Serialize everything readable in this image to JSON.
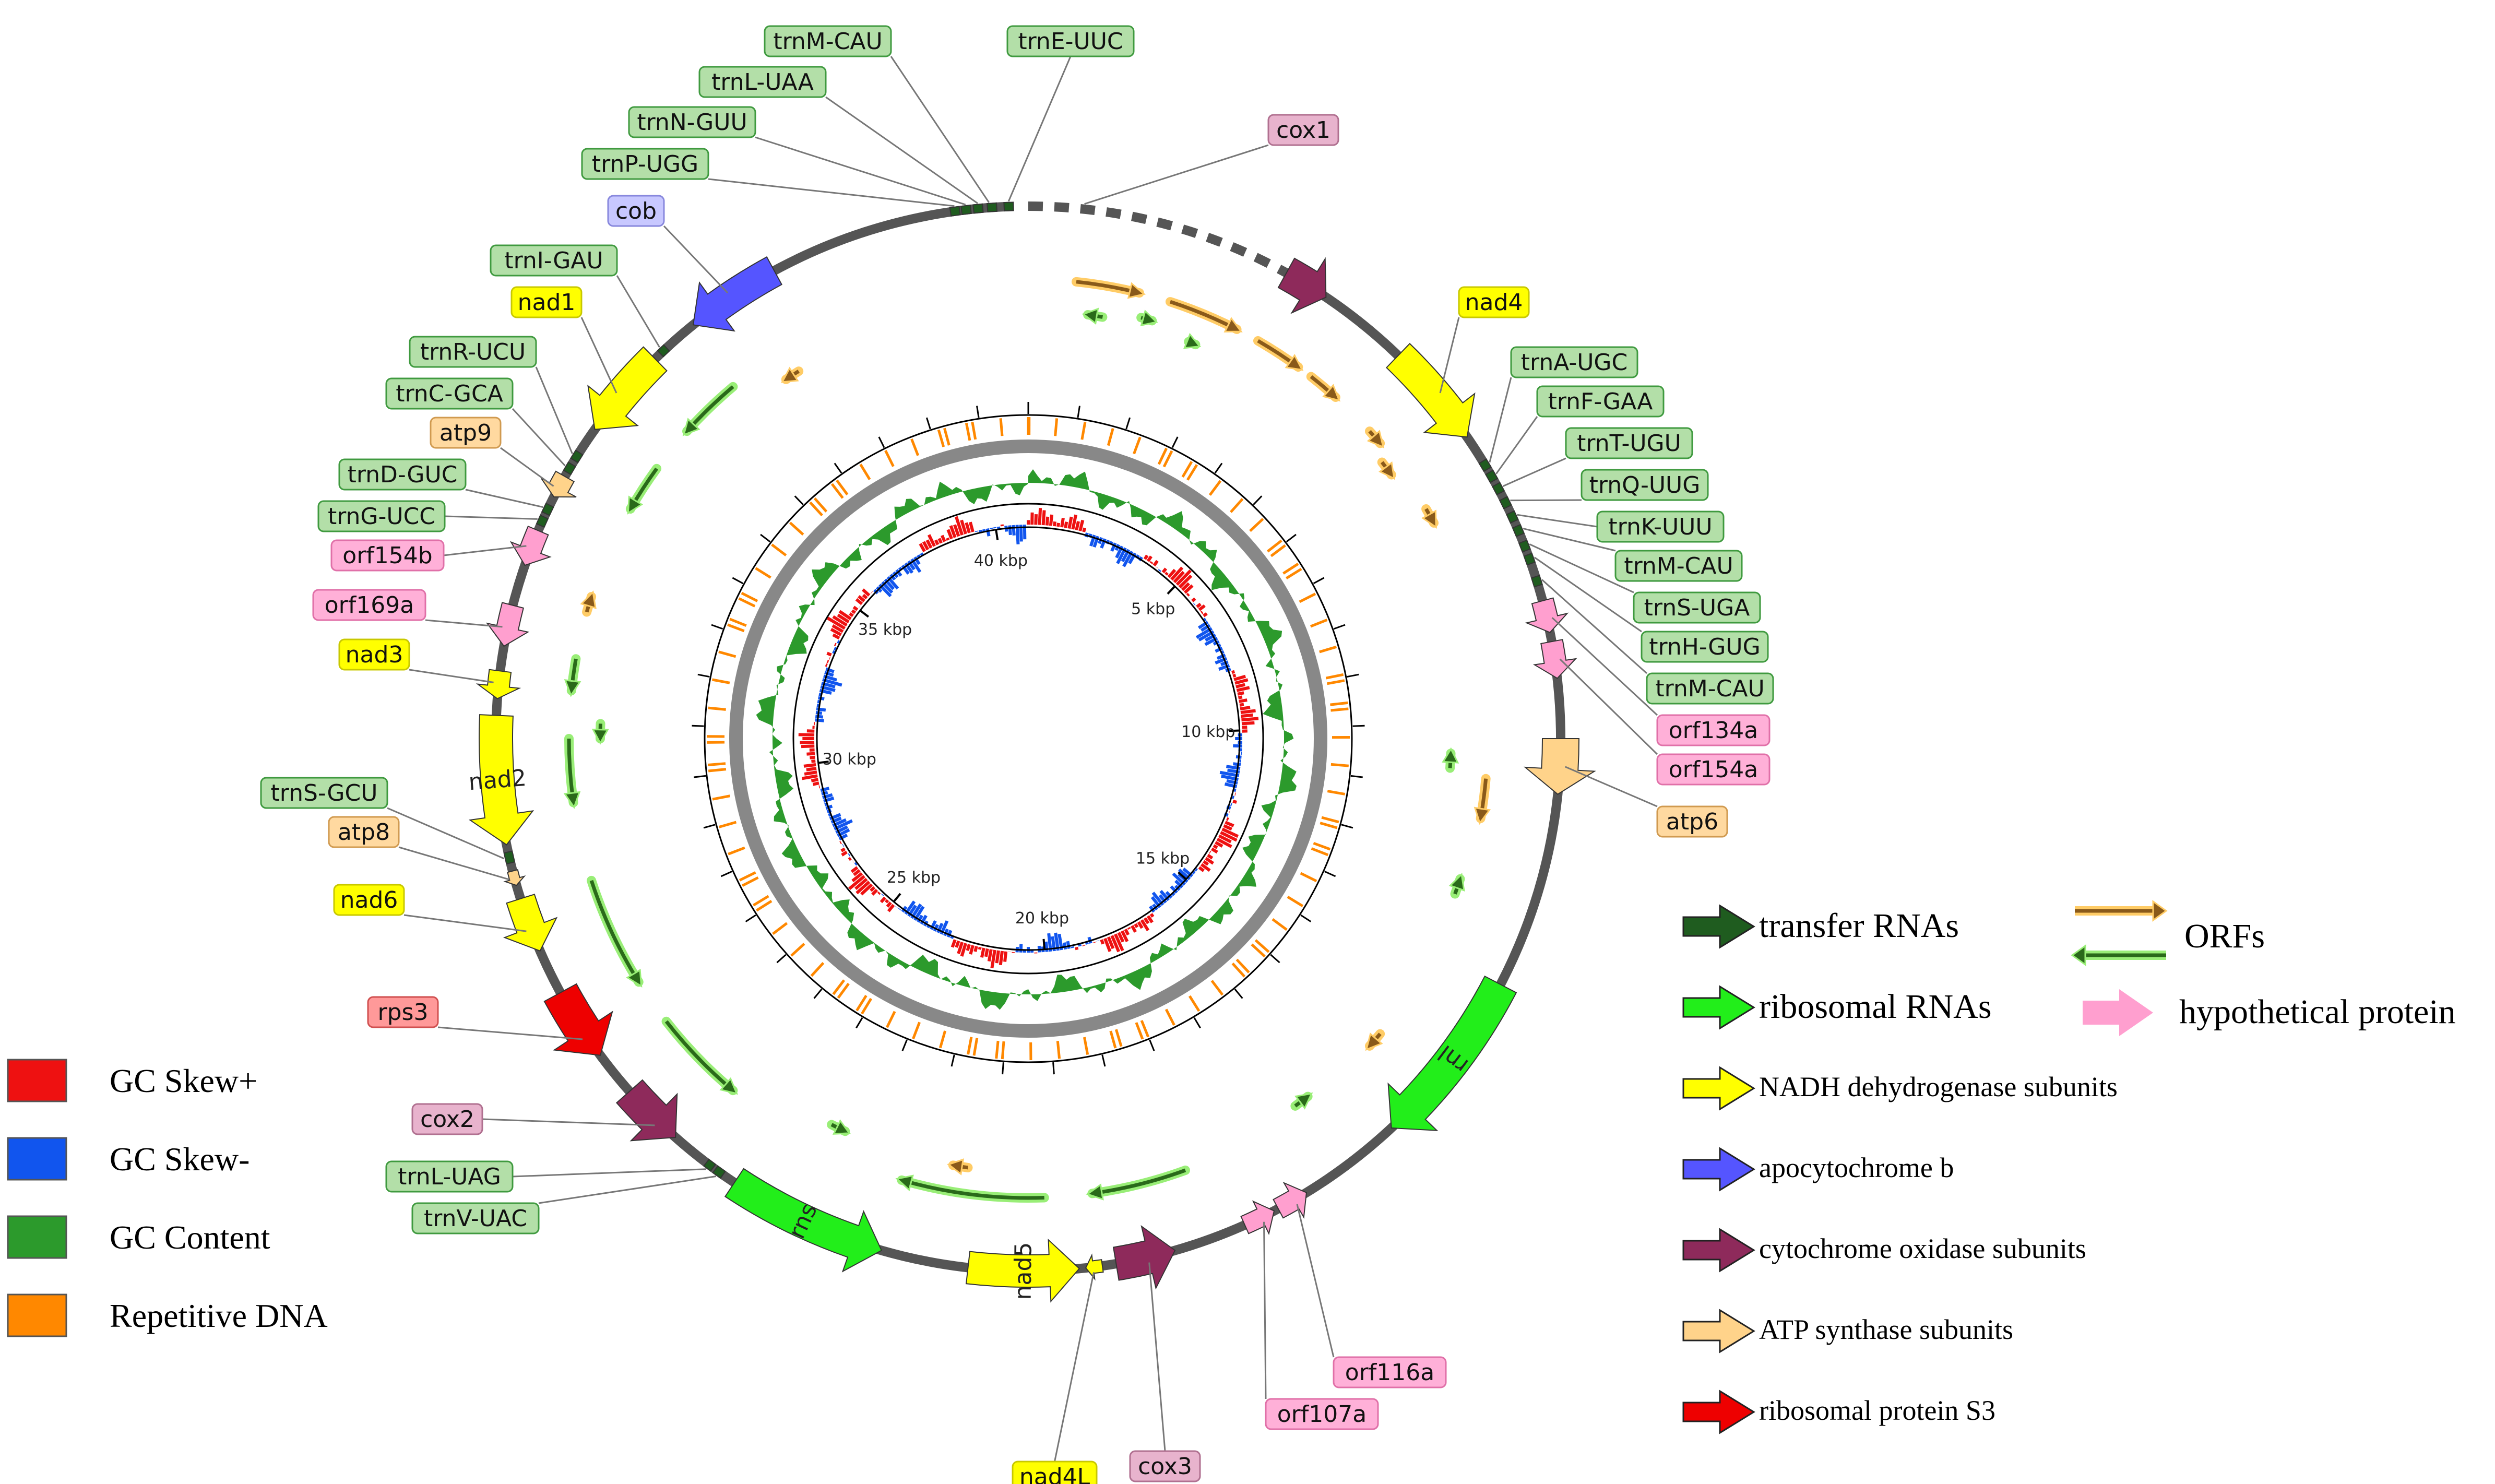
{
  "colors": {
    "trna": "#1f5c1f",
    "trna_label_bg": "#b3dfa8",
    "trna_label_border": "#3f9a3f",
    "rrna": "#22ee1a",
    "nadh": "#ffff00",
    "nadh_label_bg": "#ffff00",
    "cob": "#5555ff",
    "cob_label_bg": "#c8c8ff",
    "cox": "#8e2a5b",
    "cox_label_bg": "#e8b3cd",
    "atp": "#ffd38a",
    "atp_label_bg": "#ffd9a0",
    "rps": "#ee0000",
    "rps_label_bg": "#ff9999",
    "hyp": "#ff9fcf",
    "hyp_label_bg": "#ffb0d8",
    "orf_fwd_fill": "#8a5a1a",
    "orf_fwd_outline": "#ffcc66",
    "orf_rev_fill": "#2a6a1a",
    "orf_rev_outline": "#99ee77",
    "backbone": "#555555",
    "gc_content": "#2c9a2c",
    "gc_skew_pos": "#ee1111",
    "gc_skew_neg": "#1155ee",
    "repeat": "#ff8800",
    "inner_ring": "#888888"
  },
  "genome": {
    "total_kbp": 41,
    "ticks": [
      "40 kbp",
      "5 kbp",
      "10 kbp",
      "15 kbp",
      "20 kbp",
      "25 kbp",
      "30 kbp",
      "35 kbp"
    ]
  },
  "features": [
    {
      "name": "cob",
      "cat": "cob",
      "label": "cob"
    },
    {
      "name": "trnI-GAU",
      "cat": "trna",
      "label": "trnI-GAU"
    },
    {
      "name": "nad1",
      "cat": "nadh",
      "label": "nad1"
    },
    {
      "name": "trnR-UCU",
      "cat": "trna",
      "label": "trnR-UCU"
    },
    {
      "name": "trnC-GCA",
      "cat": "trna",
      "label": "trnC-GCA"
    },
    {
      "name": "atp9",
      "cat": "atp",
      "label": "atp9"
    },
    {
      "name": "trnD-GUC",
      "cat": "trna",
      "label": "trnD-GUC"
    },
    {
      "name": "trnG-UCC",
      "cat": "trna",
      "label": "trnG-UCC"
    },
    {
      "name": "orf154b",
      "cat": "hyp",
      "label": "orf154b"
    },
    {
      "name": "orf169a",
      "cat": "hyp",
      "label": "orf169a"
    },
    {
      "name": "nad3",
      "cat": "nadh",
      "label": "nad3"
    },
    {
      "name": "nad2",
      "cat": "nadh",
      "label": "nad2"
    },
    {
      "name": "trnS-GCU",
      "cat": "trna",
      "label": "trnS-GCU"
    },
    {
      "name": "atp8",
      "cat": "atp",
      "label": "atp8"
    },
    {
      "name": "nad6",
      "cat": "nadh",
      "label": "nad6"
    },
    {
      "name": "rps3",
      "cat": "rps",
      "label": "rps3"
    },
    {
      "name": "cox2",
      "cat": "cox",
      "label": "cox2"
    },
    {
      "name": "trnL-UAG",
      "cat": "trna",
      "label": "trnL-UAG"
    },
    {
      "name": "trnV-UAC",
      "cat": "trna",
      "label": "trnV-UAC"
    },
    {
      "name": "rns",
      "cat": "rrna",
      "label": "rns"
    },
    {
      "name": "nad5",
      "cat": "nadh",
      "label": "nad5"
    },
    {
      "name": "nad4L",
      "cat": "nadh",
      "label": "nad4L"
    },
    {
      "name": "cox3",
      "cat": "cox",
      "label": "cox3"
    },
    {
      "name": "orf107a",
      "cat": "hyp",
      "label": "orf107a"
    },
    {
      "name": "orf116a",
      "cat": "hyp",
      "label": "orf116a"
    },
    {
      "name": "rnl",
      "cat": "rrna",
      "label": "rnl"
    },
    {
      "name": "atp6",
      "cat": "atp",
      "label": "atp6"
    },
    {
      "name": "orf154a",
      "cat": "hyp",
      "label": "orf154a"
    },
    {
      "name": "orf134a",
      "cat": "hyp",
      "label": "orf134a"
    },
    {
      "name": "trnM-CAU-3",
      "cat": "trna",
      "label": "trnM-CAU"
    },
    {
      "name": "trnH-GUG",
      "cat": "trna",
      "label": "trnH-GUG"
    },
    {
      "name": "trnS-UGA",
      "cat": "trna",
      "label": "trnS-UGA"
    },
    {
      "name": "trnM-CAU-2",
      "cat": "trna",
      "label": "trnM-CAU"
    },
    {
      "name": "trnK-UUU",
      "cat": "trna",
      "label": "trnK-UUU"
    },
    {
      "name": "trnQ-UUG",
      "cat": "trna",
      "label": "trnQ-UUG"
    },
    {
      "name": "trnT-UGU",
      "cat": "trna",
      "label": "trnT-UGU"
    },
    {
      "name": "trnF-GAA",
      "cat": "trna",
      "label": "trnF-GAA"
    },
    {
      "name": "trnA-UGC",
      "cat": "trna",
      "label": "trnA-UGC"
    },
    {
      "name": "nad4",
      "cat": "nadh",
      "label": "nad4"
    },
    {
      "name": "cox1",
      "cat": "cox",
      "label": "cox1"
    },
    {
      "name": "trnE-UUC",
      "cat": "trna",
      "label": "trnE-UUC"
    },
    {
      "name": "trnM-CAU-1",
      "cat": "trna",
      "label": "trnM-CAU"
    },
    {
      "name": "trnL-UAA",
      "cat": "trna",
      "label": "trnL-UAA"
    },
    {
      "name": "trnN-GUU",
      "cat": "trna",
      "label": "trnN-GUU"
    },
    {
      "name": "trnP-UGG",
      "cat": "trna",
      "label": "trnP-UGG"
    }
  ],
  "legend_left": [
    {
      "label": "GC Skew+",
      "color": "#ee1111"
    },
    {
      "label": "GC Skew-",
      "color": "#1155ee"
    },
    {
      "label": "GC Content",
      "color": "#2c9a2c"
    },
    {
      "label": "Repetitive DNA",
      "color": "#ff8800"
    }
  ],
  "legend_right": [
    {
      "label": "transfer RNAs",
      "color": "#1f5c1f"
    },
    {
      "label": "ribosomal RNAs",
      "color": "#22ee1a"
    },
    {
      "label": "NADH dehydrogenase subunits",
      "color": "#ffff00"
    },
    {
      "label": "apocytochrome b",
      "color": "#5555ff"
    },
    {
      "label": "cytochrome oxidase subunits",
      "color": "#8e2a5b"
    },
    {
      "label": "ATP synthase subunits",
      "color": "#ffd38a"
    },
    {
      "label": "ribosomal protein S3",
      "color": "#ee0000"
    }
  ],
  "legend_extra": [
    {
      "label": "ORFs"
    },
    {
      "label": "hypothetical protein",
      "color": "#ff9fcf"
    }
  ]
}
